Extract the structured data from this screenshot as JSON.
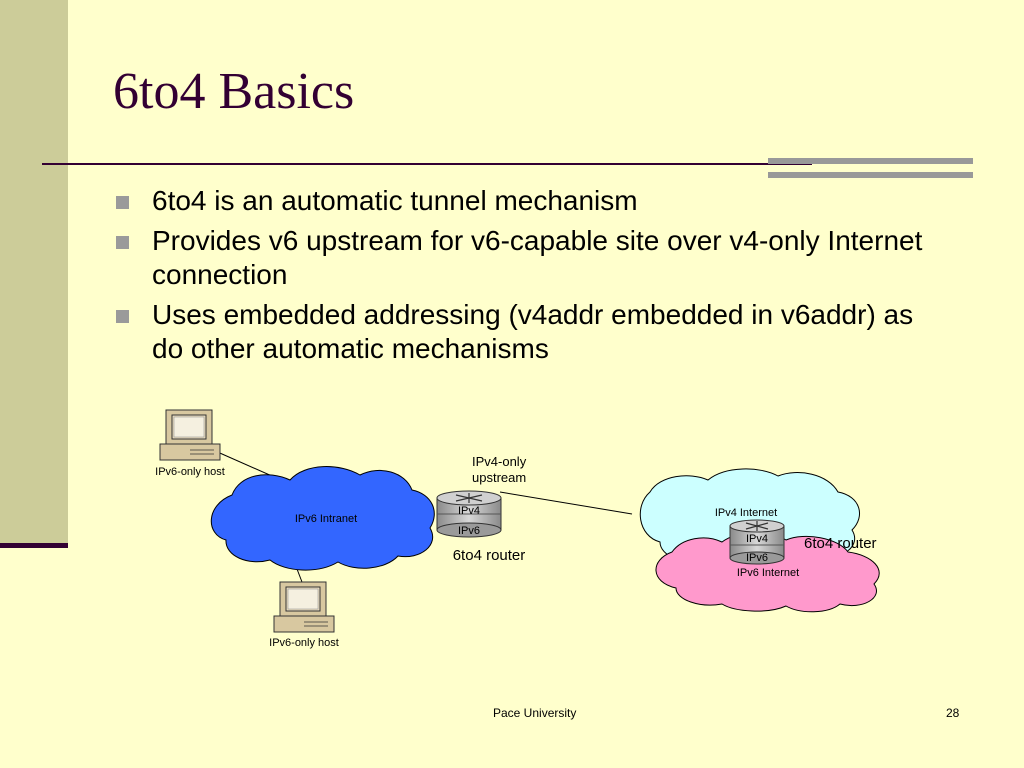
{
  "slide": {
    "title": "6to4 Basics",
    "bullets": [
      "6to4 is an automatic tunnel mechanism",
      "Provides v6 upstream for v6-capable site over v4-only Internet connection",
      "Uses embedded addressing (v4addr embedded in v6addr) as do other automatic mechanisms"
    ]
  },
  "diagram": {
    "host_top_label": "IPv6-only host",
    "host_bottom_label": "IPv6-only host",
    "intranet_label": "IPv6 Intranet",
    "upstream_label_line1": "IPv4-only",
    "upstream_label_line2": "upstream",
    "router1_ipv4": "IPv4",
    "router1_ipv6": "IPv6",
    "router1_caption": "6to4 router",
    "ipv4_internet_label": "IPv4 Internet",
    "ipv6_internet_label": "IPv6 Internet",
    "router2_ipv4": "IPv4",
    "router2_ipv6": "IPv6",
    "router2_caption": "6to4 router"
  },
  "footer": {
    "center": "Pace University",
    "page_number": "28"
  },
  "colors": {
    "background": "#ffffcc",
    "left_band": "#cccc99",
    "title": "#330033",
    "intranet_cloud": "#3366ff",
    "ipv4_internet_cloud": "#ccffff",
    "ipv6_internet_cloud": "#ff99cc"
  }
}
